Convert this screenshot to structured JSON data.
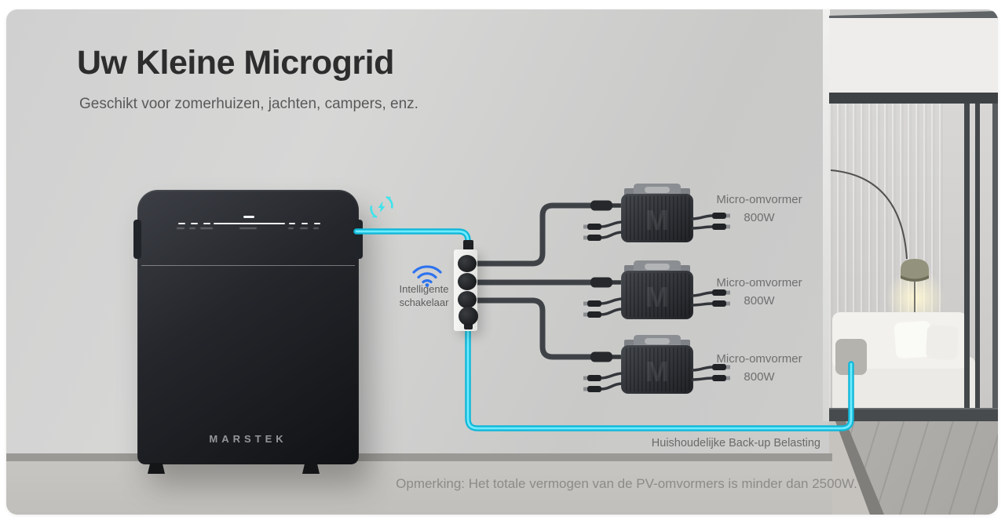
{
  "hero": {
    "title": "Uw Kleine Microgrid",
    "subtitle": "Geschikt voor zomerhuizen, jachten, campers, enz."
  },
  "battery": {
    "brand": "MARSTEK"
  },
  "smart_switch": {
    "line1": "Intelligente",
    "line2": "schakelaar"
  },
  "inverters": [
    {
      "name": "Micro-omvormer",
      "power": "800W"
    },
    {
      "name": "Micro-omvormer",
      "power": "800W"
    },
    {
      "name": "Micro-omvormer",
      "power": "800W"
    }
  ],
  "inverter_watermark": "M",
  "labels": {
    "backup_load": "Huishoudelijke Back-up Belasting",
    "note": "Opmerking: Het totale vermogen van de PV-omvormers is minder dan 2500W."
  },
  "icons": {
    "energy_flow": "sync-bolt-icon",
    "wifi": "wifi-icon"
  },
  "colors": {
    "accent_cyan": "#2ed7f4",
    "wifi_blue": "#2d72ee",
    "cable_dark": "#3f4347"
  }
}
